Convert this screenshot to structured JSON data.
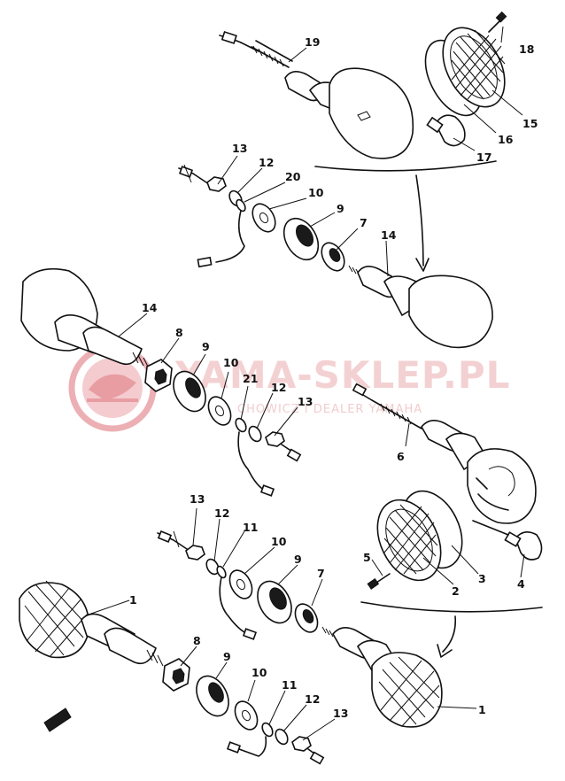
{
  "watermark": {
    "title": "YAMA-SKLEP.PL",
    "subtitle": "CHOWICZ I DEALER YAMAHA",
    "color": "#e9a3a7"
  },
  "callouts": [
    {
      "id": "c19",
      "text": "19"
    },
    {
      "id": "c18",
      "text": "18"
    },
    {
      "id": "c15",
      "text": "15"
    },
    {
      "id": "c16",
      "text": "16"
    },
    {
      "id": "c17",
      "text": "17"
    },
    {
      "id": "c13a",
      "text": "13"
    },
    {
      "id": "c12a",
      "text": "12"
    },
    {
      "id": "c20",
      "text": "20"
    },
    {
      "id": "c10a",
      "text": "10"
    },
    {
      "id": "c9a",
      "text": "9"
    },
    {
      "id": "c7a",
      "text": "7"
    },
    {
      "id": "c14a",
      "text": "14"
    },
    {
      "id": "c14b",
      "text": "14"
    },
    {
      "id": "c8a",
      "text": "8"
    },
    {
      "id": "c9b",
      "text": "9"
    },
    {
      "id": "c10b",
      "text": "10"
    },
    {
      "id": "c21",
      "text": "21"
    },
    {
      "id": "c12b",
      "text": "12"
    },
    {
      "id": "c13b",
      "text": "13"
    },
    {
      "id": "c6",
      "text": "6"
    },
    {
      "id": "c13c",
      "text": "13"
    },
    {
      "id": "c12c",
      "text": "12"
    },
    {
      "id": "c11a",
      "text": "11"
    },
    {
      "id": "c10c",
      "text": "10"
    },
    {
      "id": "c9c",
      "text": "9"
    },
    {
      "id": "c7b",
      "text": "7"
    },
    {
      "id": "c5",
      "text": "5"
    },
    {
      "id": "c2",
      "text": "2"
    },
    {
      "id": "c3",
      "text": "3"
    },
    {
      "id": "c4",
      "text": "4"
    },
    {
      "id": "c1a",
      "text": "1"
    },
    {
      "id": "c1b",
      "text": "1"
    },
    {
      "id": "c8b",
      "text": "8"
    },
    {
      "id": "c9d",
      "text": "9"
    },
    {
      "id": "c10d",
      "text": "10"
    },
    {
      "id": "c11b",
      "text": "11"
    },
    {
      "id": "c12d",
      "text": "12"
    },
    {
      "id": "c13d",
      "text": "13"
    }
  ]
}
